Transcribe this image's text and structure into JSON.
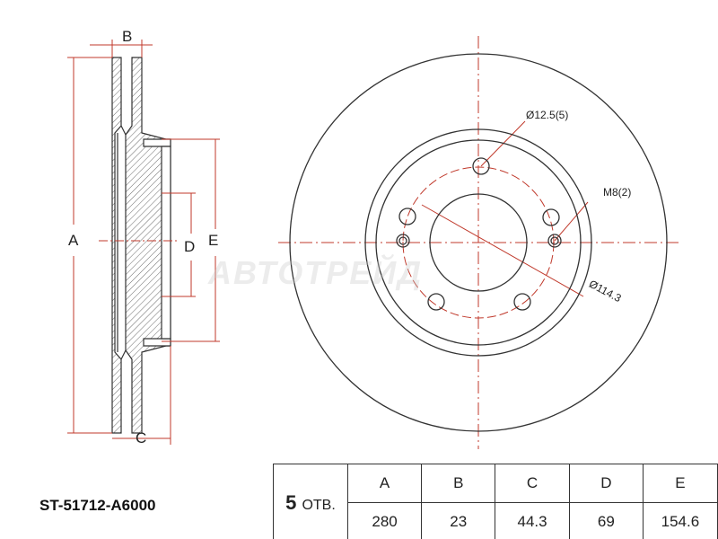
{
  "labels": {
    "A": "A",
    "B": "B",
    "C": "C",
    "D": "D",
    "E": "E"
  },
  "annotations": {
    "hole": "Ø12.5(5)",
    "thread": "M8(2)",
    "pcd": "Ø114.3"
  },
  "watermark": "АВТОТРЕЙД",
  "part_number": "ST-51712-A6000",
  "table": {
    "holes_count": "5",
    "holes_unit": "ОТВ.",
    "headers": [
      "A",
      "B",
      "C",
      "D",
      "E"
    ],
    "values": [
      "280",
      "23",
      "44.3",
      "69",
      "154.6"
    ]
  },
  "colors": {
    "dim": "#c0392b",
    "line": "#333333"
  }
}
